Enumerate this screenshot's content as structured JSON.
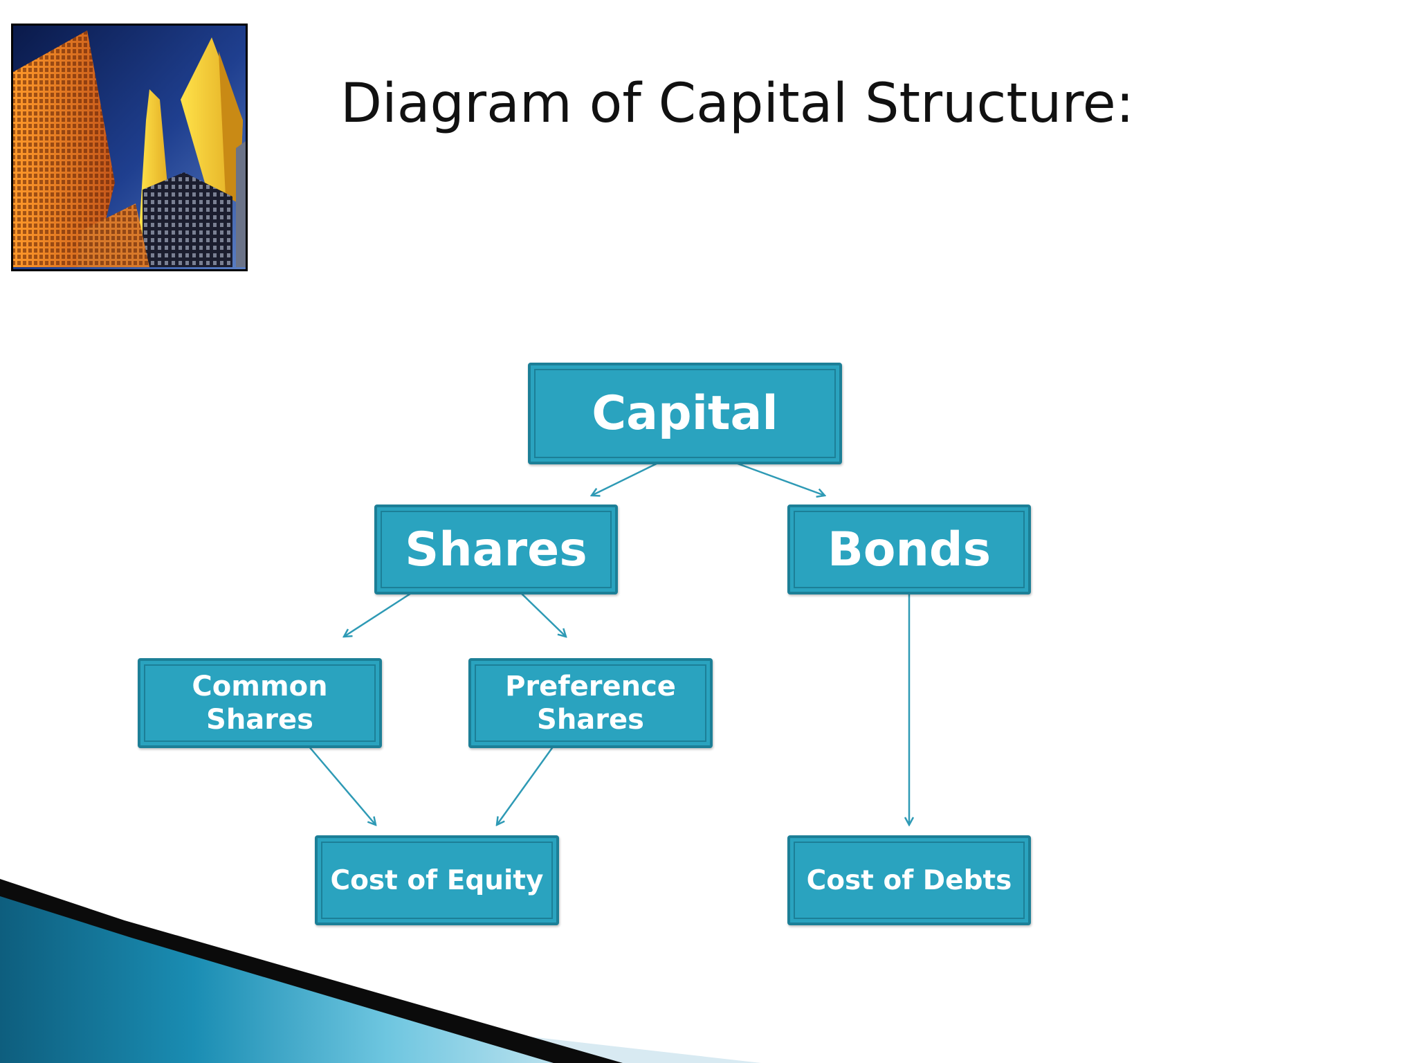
{
  "title": "Diagram of Capital Structure:",
  "photo": {
    "icon": "city-skyscrapers-photo"
  },
  "diagram": {
    "nodes": {
      "capital": "Capital",
      "shares": "Shares",
      "bonds": "Bonds",
      "common_shares": "Common Shares",
      "preference_shares": "Preference Shares",
      "cost_of_equity": "Cost of Equity",
      "cost_of_debts": "Cost of Debts"
    },
    "edges": [
      [
        "capital",
        "shares"
      ],
      [
        "capital",
        "bonds"
      ],
      [
        "shares",
        "common_shares"
      ],
      [
        "shares",
        "preference_shares"
      ],
      [
        "common_shares",
        "cost_of_equity"
      ],
      [
        "preference_shares",
        "cost_of_equity"
      ],
      [
        "bonds",
        "cost_of_debts"
      ]
    ]
  },
  "colors": {
    "node_fill": "#2aa3bf",
    "node_border": "#1c7f97",
    "connector": "#2e9ab5",
    "title_text": "#111111"
  }
}
